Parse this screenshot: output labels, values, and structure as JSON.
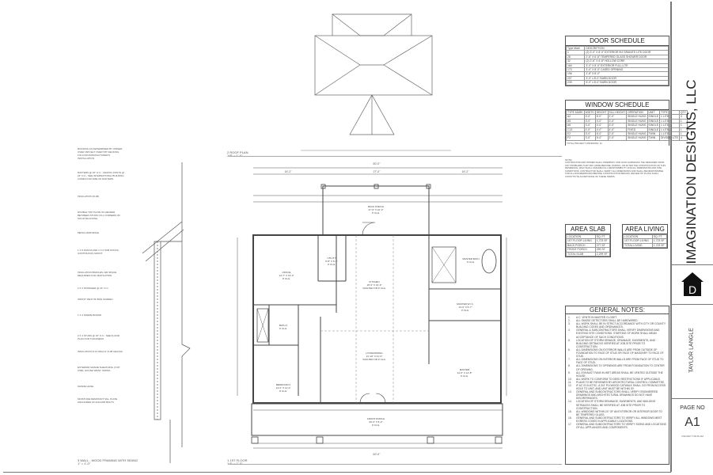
{
  "title_block": {
    "company": "IMAGINATION DESIGNS, LLC",
    "client": "TAYLOR LANGLE",
    "page_no_label": "PAGE NO",
    "page_no": "A1",
    "date": "1/9/2022 7:38:35 AM",
    "logo_letter": "D",
    "logo_icon": "house-icon"
  },
  "door_schedule": {
    "title": "DOOR SCHEDULE",
    "headers": [
      "Type Mark",
      "DESCRIPTION"
    ],
    "rows": [
      [
        "1",
        "(2) 3'-0\" X 8'-0\" EXTERIOR 9/4 GRANITE LITE DOOR"
      ],
      [
        "28",
        "2'-6\" X 6'-8\" TEMPERED GLASS SHOWER DOOR"
      ],
      [
        "32",
        "(2) 2'-6\" X 6'-8\" HOLLOW CORE"
      ],
      [
        "164",
        "3'-0\" X 8'-0\" EXTERIOR FULL LITE"
      ],
      [
        "173",
        "3'-0\" X 8'-0\" CASED OPENING"
      ],
      [
        "196",
        "2'-8\" X 8'-0\""
      ],
      [
        "207",
        "3'-0\" x 8'-0\" BARN DOOR"
      ],
      [
        "239",
        "5'-0\" x 8'-0\" BARN DOOR"
      ]
    ]
  },
  "window_schedule": {
    "title": "WINDOW SCHEDULE",
    "headers": [
      "TYPE MARK",
      "WIDTH",
      "HEIGHT",
      "SILL HEIGHT",
      "OPERATION",
      "UNIT",
      "TYPE",
      "QTY"
    ],
    "rows": [
      [
        "A2",
        "3'-0\"",
        "6'-0\"",
        "2'-0\"",
        "SINGLE HUNG",
        "SINGLE",
        "1 LITE",
        "3"
      ],
      [
        "A5",
        "3'-0\"",
        "4'-0\"",
        "3'-0\"",
        "SINGLE HUNG",
        "SINGLE",
        "1 LITE",
        "1"
      ],
      [
        "A6",
        "3'-0\"",
        "4'-0\"",
        "3'-0\"",
        "SINGLE HUNG",
        "SINGLE",
        "1 LITE",
        "1"
      ],
      [
        "C13",
        "4'-0\"",
        "4'-0\"",
        "4'-0\"",
        "FIXED",
        "SINGLE",
        "1 LITE",
        "1"
      ],
      [
        "E2",
        "3'-0\"",
        "6'-0\"",
        "2'-0\"",
        "SINGLE HUNG",
        "TWIN",
        "1 LITE",
        "1"
      ],
      [
        "F2",
        "3'-0\"",
        "6'-0\"",
        "2'-0\"",
        "SINGLE HUNG",
        "TWIN",
        "DIVIDED LITE",
        "4"
      ]
    ],
    "total": "TOTAL PROJECT WINDOWS: 11"
  },
  "note_block": {
    "label": "NOTE:",
    "text": "CONTRACTOR AND OWNER SHALL INDEMNIFY AND HOLD HARMLESS THE DESIGNER FROM ANY PROBLEMS THAT MAY ARISE BEFORE, DURING, OR AFTER THE CONSTRUCTION OF THIS RESIDENCE, WHO SHALL ASSUME FULL RESPONSIBILITY FOR ALL DIMENSIONS AND SITE CONDITIONS. CONTRACTOR SHALL VERIFY ALL DIMENSIONS AND SHALL BE RESPONSIBLE FOR ALL DISCREPANCIES BEFORE CONSTRUCTION BEGINS. REVIEW OF PLANS SHALL CONSTITUTE ACCEPTANCE OF THESE TERMS."
  },
  "area_slab": {
    "title": "AREA SLAB",
    "headers": [
      "LOCATION",
      "SQ. FT."
    ],
    "rows": [
      [
        "1ST FLOOR LIVING",
        "1,723 SF"
      ],
      [
        "BACK PORCH",
        "277 SF"
      ],
      [
        "FRONT PORCH",
        "299 SF"
      ],
      [
        "TOTAL SLAB",
        "2,299 SF"
      ]
    ]
  },
  "area_living": {
    "title": "AREA LIVING",
    "headers": [
      "LOCATION",
      "SQ. FT."
    ],
    "rows": [
      [
        "1ST FLOOR LIVING",
        "1,723 SF"
      ],
      [
        "TOTAL LIVING",
        "1,723 SF"
      ]
    ]
  },
  "general_notes": {
    "title": "GENERAL NOTES:",
    "items": [
      "A.C. VENTS IN MASTER CLOSET.",
      "ALL SMOKE DETECTORS SHALL BE HARDWIRED.",
      "ALL WORK SHALL BE IN STRICT ACCORDANCE WITH CITY OR COUNTY BUILDING CODES AND ORDINANCES.",
      "GENERAL & SUBCONTRACTORS SHALL VERIFY DIMENSIONS AND EXISTING SITE CONDITIONS. STARTING OF WORK SHALL MEAN ACCEPTANCE OF SUCH CONDITIONS.",
      "LOCATION OF STORM SEWAGE, DRAINAGE, EASEMENTS, AND BUILDING SETBACKS VERIFIED AT JOB SITE PRIOR TO CONSTRUCTION.",
      "ALL DIMENSIONS ON EXTERIOR WALLS ARE FROM OUTSIDE OF FOUNDATION TO FACE OF STUD OR FACE OF MASONRY TO FACE OF STUD.",
      "ALL DIMENSIONS ON INTERIOR WALLS ARE FROM FACE OF STUD TO FACE OF STUD.",
      "ALL DIMENSIONS TO OPENINGS ARE FROM FOUNDATION TO CENTER OF OPENING.",
      "ALL EXHAUST FANS IN WET AREAS SHALL BE VENTED OUTSIDE THE HOUSE.",
      "ALL WORK TO CONFORM TO DEED RESTRICTIONS IF APPLICABLE.",
      "PLANS TO BE REVIEWED BY ARCHITECTURAL CONTROL COMMITTEE.",
      "IF AC IS IN ATTIC, A 3/4\" PLYWOOD CATWALK SHALL GO FROM ACCESS HOLE TO UNIT, AND UNIT MUST BE WITHIN 20'.",
      "GENERAL AND SUBCONTRACTORS SHALL VERIFY ENGINEERED DRAWINGS AND ARCHITECTURAL DRAWINGS DO NOT HAVE DISCREPANCIES.",
      "LOCATION OF STORM DRAINAGE, EASEMENTS, AND BUILDING SETBACKS SHALL BE VERIFIED AT JOB SITE PRIOR TO CONSTRUCTION.",
      "ALL WINDOWS WITHIN 24\" OF AN EXTERIOR OR INTERIOR DOOR TO BE TEMPERED GLASS.",
      "GENERAL AND SUBCONTRACTORS TO VERIFY ALL WINDOWS MEET EGRESS CODES IN APPLICABLE LOCATIONS.",
      "GENERAL AND SUBCONTRACTORS TO VERIFY SIZING AND LOCATIONS OF ALL APPLIANCES AND COMPONENTS."
    ]
  },
  "views": {
    "roof_plan": {
      "num": "2",
      "title": "ROOF PLAN",
      "scale": "1/8\" = 1'-0\""
    },
    "first_floor": {
      "num": "1",
      "title": "1ST FLOOR",
      "scale": "1/4\" = 1'-0\""
    },
    "wall_section": {
      "num": "3",
      "title": "WALL - WOOD FRAMING WITH SIDING",
      "scale": "1\" = 1'-0\""
    }
  },
  "rooms": [
    {
      "name": "BACK PORCH",
      "size": "27'-0\" X 10'-3\"",
      "ceiling": "9' CLG."
    },
    {
      "name": "OFFICE",
      "size": "14'-7\" X 13'-0\"",
      "ceiling": "9' CLG."
    },
    {
      "name": "UTILITY",
      "size": "5'-8\" X 6'-3\"",
      "ceiling": "9' CLG."
    },
    {
      "name": "KITCHEN",
      "size": "18'-3\" X 13'-9\"",
      "ceiling": "VAULTED OR 9' CLG."
    },
    {
      "name": "MASTER BATH",
      "size": "",
      "ceiling": "9' CLG."
    },
    {
      "name": "MASTER W.I.C.",
      "size": "14'-0\" X 5'-7\"",
      "ceiling": "9' CLG."
    },
    {
      "name": "BATH 2",
      "size": "",
      "ceiling": "9' CLG."
    },
    {
      "name": "LIVING/DINING",
      "size": "21'-10\" X 21'-0\"",
      "ceiling": "VAULTED OR 9' CLG."
    },
    {
      "name": "MASTER",
      "size": "14'-0\" X 14'-8\"",
      "ceiling": "9' CLG."
    },
    {
      "name": "BEDROOM 2",
      "size": "14'-0\" X 11'-0\"",
      "ceiling": "9' CLG."
    },
    {
      "name": "FRONT PORCH",
      "size": "60'-0\" X 5'-0\"",
      "ceiling": "9' CLG."
    }
  ],
  "dimensions": {
    "overall_width": "60'-0\"",
    "back_porch": "27'-0\"",
    "left": "16'-2\"",
    "right": "16'-2\""
  },
  "wall_section_labels": [
    "ROOFING AS DETERMINED BY OWNER OVER 15# FELT OVER 5/8\" DECKING; FOLLOW MANUFACTURER'S INSTALLATION",
    "RAFTERS @ 24\" O.C.; CEILING JOISTS @ 24\" O.C.; SEE INTERNATIONAL BUILDING CODES FOR SIZE OF RAFTERS",
    "INSULATION (R-38)",
    "DOUBLE TOP PLATE W/ HEADER BETWEEN STUDS; FILL CORNERS W/ SOLID BLOCKING",
    "METAL DRIP EDGE",
    "1 X 6 FASCIA AND 1 X 6 SUB FASCIA; CONTINUOUS SOFFIT",
    "INSULATION BAFFLES; AIR SPACE REQUIRED FOR VENTILATION",
    "2 X 4 STRINGER @ 24\" O.C.",
    "SOFFIT VENT W/ BUG SCREEN",
    "1 X 4 FRIEZE BOARD",
    "2 X 4 STUDS @ 16\" O.C.; SEE FLOOR PLAN FOR THICKNESS",
    "INSULATION R-13 WALLS; R-38 CEILING",
    "EXTERIOR GRADE SHEATHING (7/16\" OSB); HOUSE WRAP; SIDING",
    "GRADE LEVEL",
    "MOISTURE RESISTANT SILL PLATE ANCHORED W/ ANCHOR BOLTS"
  ],
  "colors": {
    "line": "#555555",
    "paper": "#ffffff",
    "text": "#333333"
  }
}
